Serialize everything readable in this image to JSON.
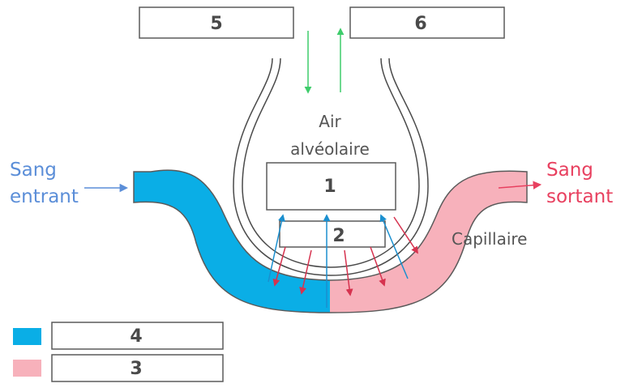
{
  "boxes": {
    "top_left": "5",
    "top_right": "6",
    "alveolus": "1",
    "membrane": "2",
    "legend_blue": "4",
    "legend_pink": "3"
  },
  "labels": {
    "air_line1": "Air",
    "air_line2": "alvéolaire",
    "capillary": "Capillaire",
    "blood_in_line1": "Sang",
    "blood_in_line2": "entrant",
    "blood_out_line1": "Sang",
    "blood_out_line2": "sortant"
  },
  "colors": {
    "deoxygenated_blood": "#0aaee6",
    "oxygenated_blood": "#f7b1bb",
    "arrow_in": "#5b8ed8",
    "arrow_out": "#e8405f",
    "air_arrow": "#3ecc6b",
    "o2_arrow": "#1a8fcf",
    "co2_arrow": "#d6334f",
    "outline": "#5a5a5a"
  }
}
